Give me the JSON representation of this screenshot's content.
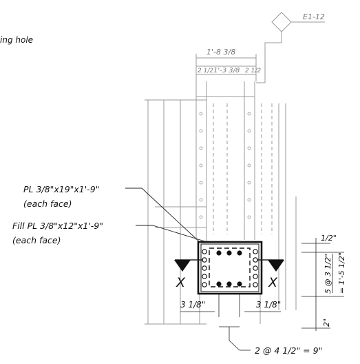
{
  "notes": {
    "top_left_fragment": "ing hole",
    "plate_outer_line1": "PL 3/8\"x19\"x1'-9\"",
    "plate_outer_line2": "(each face)",
    "plate_fill_line1": "Fill PL 3/8\"x12\"x1'-9\"",
    "plate_fill_line2": "(each face)"
  },
  "section_markers": {
    "left": "X",
    "right": "X"
  },
  "dimensions": {
    "right_top": "1/2\"",
    "right_spacing_a": "5 @ 3 1/2\"",
    "right_spacing_b": "= 1'-5 1/2\"",
    "right_bottom": "2\"",
    "bottom_left": "3 1/8\"",
    "bottom_right": "3 1/8\"",
    "bottom_center": "2 @ 4 1/2\" = 9\""
  },
  "handwritten": {
    "top_width": "1'-8 3/8",
    "sub_width": "1'-3 3/8",
    "left_edge": "2 1/2",
    "right_edge": "2 1/2",
    "tag": "E1-12"
  },
  "colors": {
    "ink": "#111111",
    "pencil": "#9a9a9a"
  }
}
